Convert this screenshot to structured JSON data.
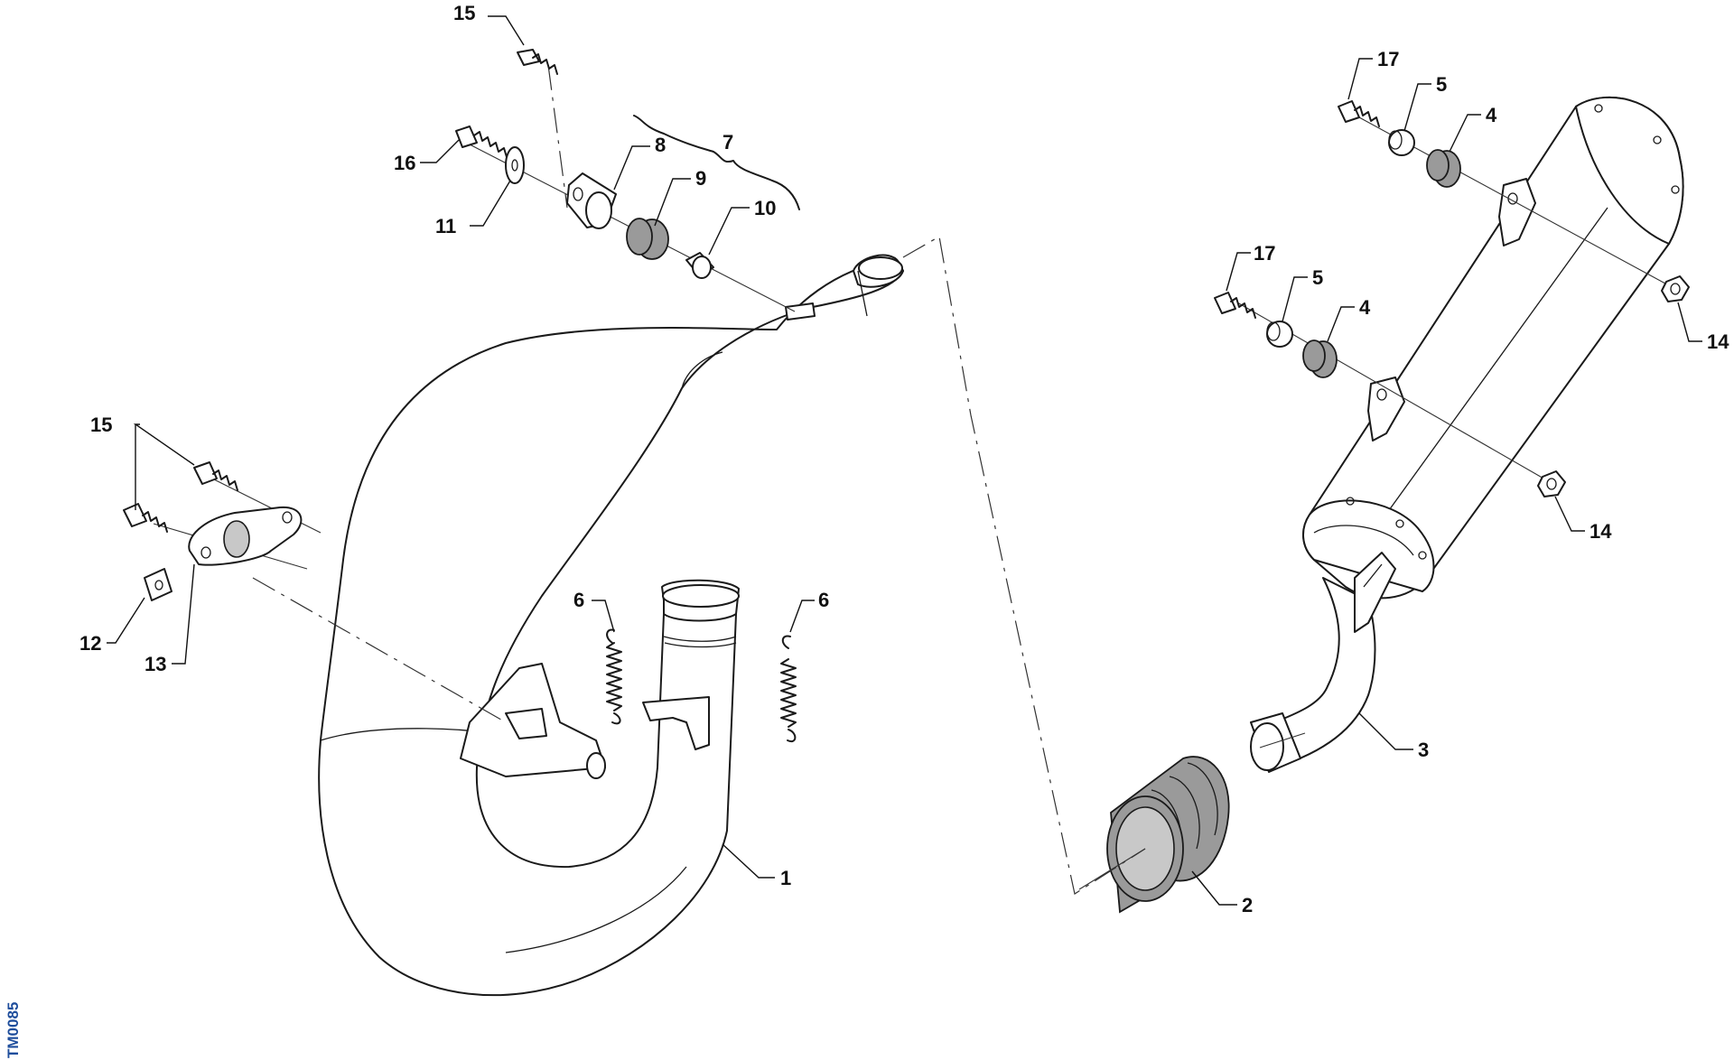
{
  "diagram": {
    "document_code": "TM0085",
    "accent_color": "#1f4e9c",
    "line_color": "#1a1a1a",
    "part_fill_grey": "#9a9a9a",
    "callouts": {
      "c1": "1",
      "c2": "2",
      "c3": "3",
      "c4a": "4",
      "c4b": "4",
      "c5a": "5",
      "c5b": "5",
      "c6a": "6",
      "c6b": "6",
      "c7": "7",
      "c8": "8",
      "c9": "9",
      "c10": "10",
      "c11": "11",
      "c12": "12",
      "c13": "13",
      "c14a": "14",
      "c14b": "14",
      "c15a": "15",
      "c15b": "15",
      "c16": "16",
      "c17a": "17",
      "c17b": "17"
    }
  }
}
